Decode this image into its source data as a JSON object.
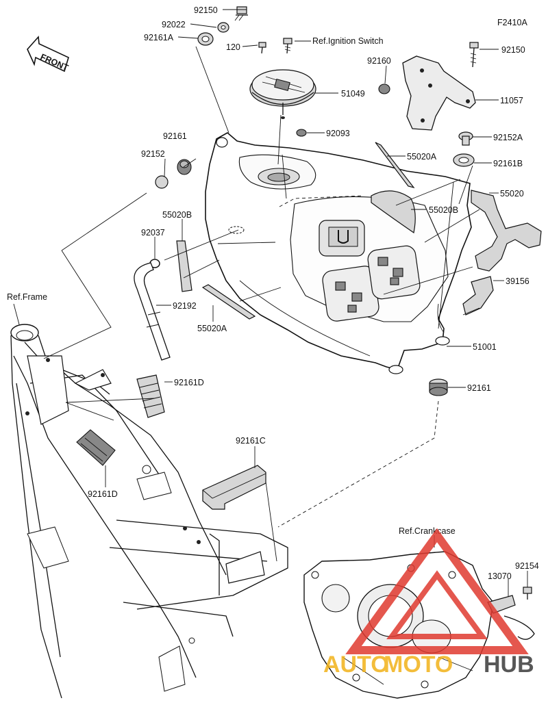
{
  "figure_code": "F2410A",
  "front_label": "FRONT",
  "watermark": {
    "brand_a": "AUTO",
    "brand_b": "MOTO",
    "brand_c": "HUB",
    "colors": {
      "triangle": "#e03a30",
      "auto": "#f2b21a",
      "moto": "#f2b21a",
      "hub": "#3a3a3a"
    }
  },
  "references": {
    "ignition": "Ref.Ignition Switch",
    "frame": "Ref.Frame",
    "crankcase": "Ref.Crankcase"
  },
  "parts": {
    "p92150_top": "92150",
    "p92022": "92022",
    "p92161A": "92161A",
    "p120": "120",
    "p92160": "92160",
    "p92150_right": "92150",
    "p51049": "51049",
    "p11057": "11057",
    "p92093": "92093",
    "p92161_left": "92161",
    "p92152": "92152",
    "p92152A": "92152A",
    "p55020A_top": "55020A",
    "p92161B": "92161B",
    "p55020": "55020",
    "p55020B_left": "55020B",
    "p55020B_right": "55020B",
    "p92037": "92037",
    "p39156": "39156",
    "p92192": "92192",
    "p55020A_bottom": "55020A",
    "p51001": "51001",
    "p92161D_top": "92161D",
    "p92161_right": "92161",
    "p92161C": "92161C",
    "p92161D_bottom": "92161D",
    "p13070": "13070",
    "p92154": "92154"
  }
}
